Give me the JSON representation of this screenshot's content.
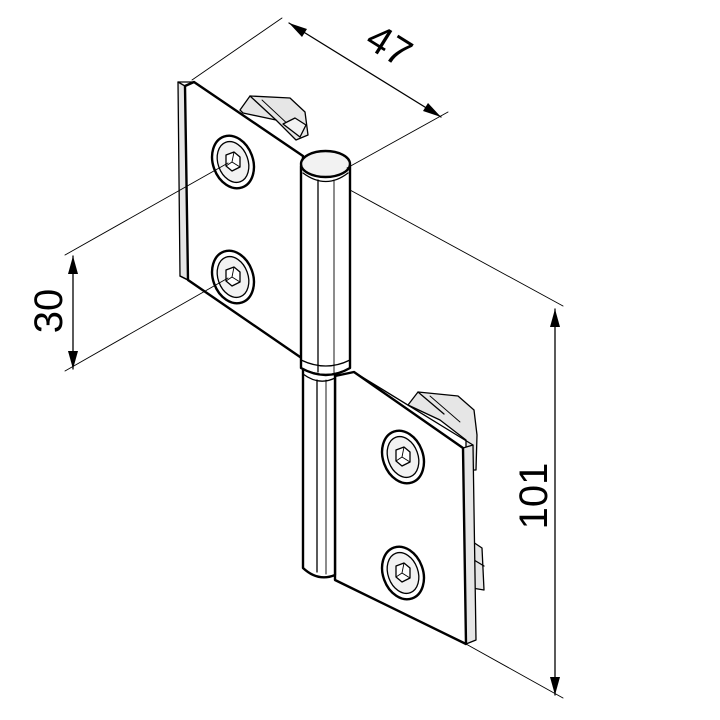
{
  "drawing": {
    "dimensions": {
      "width": "47",
      "hole_spacing": "30",
      "height": "101"
    },
    "colors": {
      "line": "#000000",
      "background": "#ffffff",
      "shade": "#e6e6e6"
    }
  }
}
